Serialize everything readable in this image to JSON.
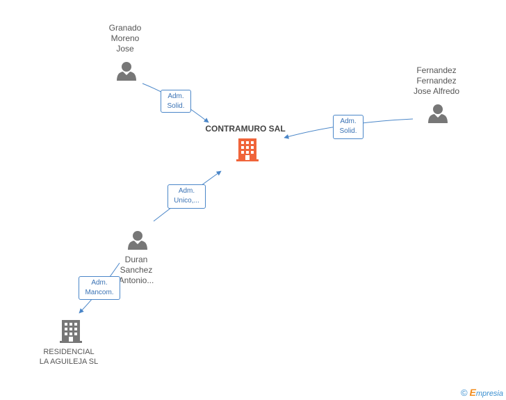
{
  "nodes": {
    "main_company": {
      "name": "CONTRAMURO SAL",
      "color": "#f0643a"
    },
    "person_granado": {
      "name_lines": [
        "Granado",
        "Moreno",
        "Jose"
      ]
    },
    "person_fernandez": {
      "name_lines": [
        "Fernandez",
        "Fernandez",
        "Jose Alfredo"
      ]
    },
    "person_duran": {
      "name_lines": [
        "Duran",
        "Sanchez",
        "Antonio..."
      ]
    },
    "company_residencial": {
      "name_lines": [
        "RESIDENCIAL",
        "LA AGUILEJA SL"
      ]
    }
  },
  "edges": {
    "granado_to_main": {
      "role_lines": [
        "Adm.",
        "Solid."
      ]
    },
    "fernandez_to_main": {
      "role_lines": [
        "Adm.",
        "Solid."
      ]
    },
    "duran_to_main": {
      "role_lines": [
        "Adm.",
        "Unico,..."
      ]
    },
    "duran_to_residencial": {
      "role_lines": [
        "Adm.",
        "Mancom."
      ]
    }
  },
  "colors": {
    "edge": "#4a86c8",
    "person_icon": "#777777",
    "company_icon": "#777777",
    "main_company_icon": "#f0643a"
  },
  "footer": {
    "copyright_symbol": "©",
    "brand_initial": "E",
    "brand_rest": "mpresia"
  }
}
